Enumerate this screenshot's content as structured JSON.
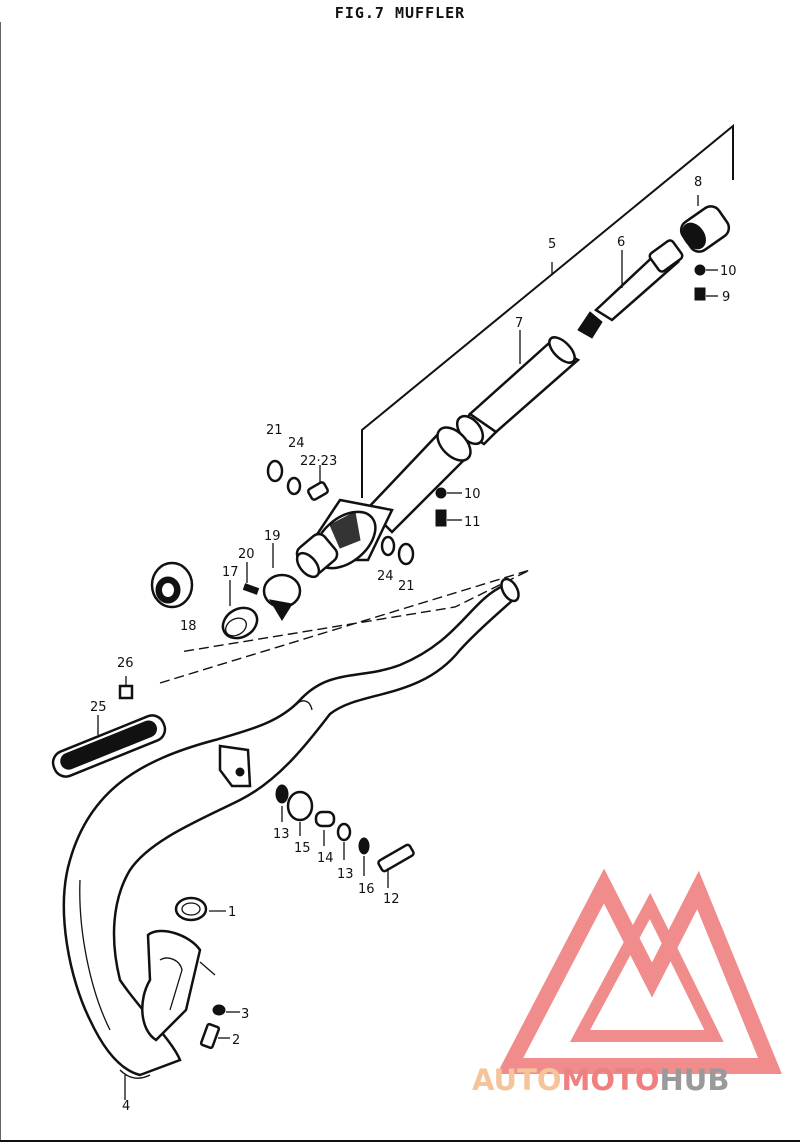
{
  "figure": {
    "title": "FIG.7 MUFFLER"
  },
  "callouts": [
    {
      "id": "c1",
      "text": "1"
    },
    {
      "id": "c2",
      "text": "2"
    },
    {
      "id": "c3",
      "text": "3"
    },
    {
      "id": "c4",
      "text": "4"
    },
    {
      "id": "c5",
      "text": "5"
    },
    {
      "id": "c6",
      "text": "6"
    },
    {
      "id": "c7",
      "text": "7"
    },
    {
      "id": "c8",
      "text": "8"
    },
    {
      "id": "c9",
      "text": "9"
    },
    {
      "id": "c10a",
      "text": "10"
    },
    {
      "id": "c10b",
      "text": "10"
    },
    {
      "id": "c11",
      "text": "11"
    },
    {
      "id": "c12",
      "text": "12"
    },
    {
      "id": "c13a",
      "text": "13"
    },
    {
      "id": "c13b",
      "text": "13"
    },
    {
      "id": "c14",
      "text": "14"
    },
    {
      "id": "c15",
      "text": "15"
    },
    {
      "id": "c16",
      "text": "16"
    },
    {
      "id": "c17",
      "text": "17"
    },
    {
      "id": "c18",
      "text": "18"
    },
    {
      "id": "c19",
      "text": "19"
    },
    {
      "id": "c20",
      "text": "20"
    },
    {
      "id": "c21a",
      "text": "21"
    },
    {
      "id": "c21b",
      "text": "21"
    },
    {
      "id": "c2223",
      "text": "22·23"
    },
    {
      "id": "c24a",
      "text": "24"
    },
    {
      "id": "c24b",
      "text": "24"
    },
    {
      "id": "c25",
      "text": "25"
    },
    {
      "id": "c26",
      "text": "26"
    }
  ],
  "watermark": {
    "text_auto": "AUTO",
    "text_moto": "MOTO",
    "text_hub": "HUB",
    "color_primary": "#f08080",
    "color_accent": "#f6c49a",
    "color_hub": "#9a9a9a"
  }
}
